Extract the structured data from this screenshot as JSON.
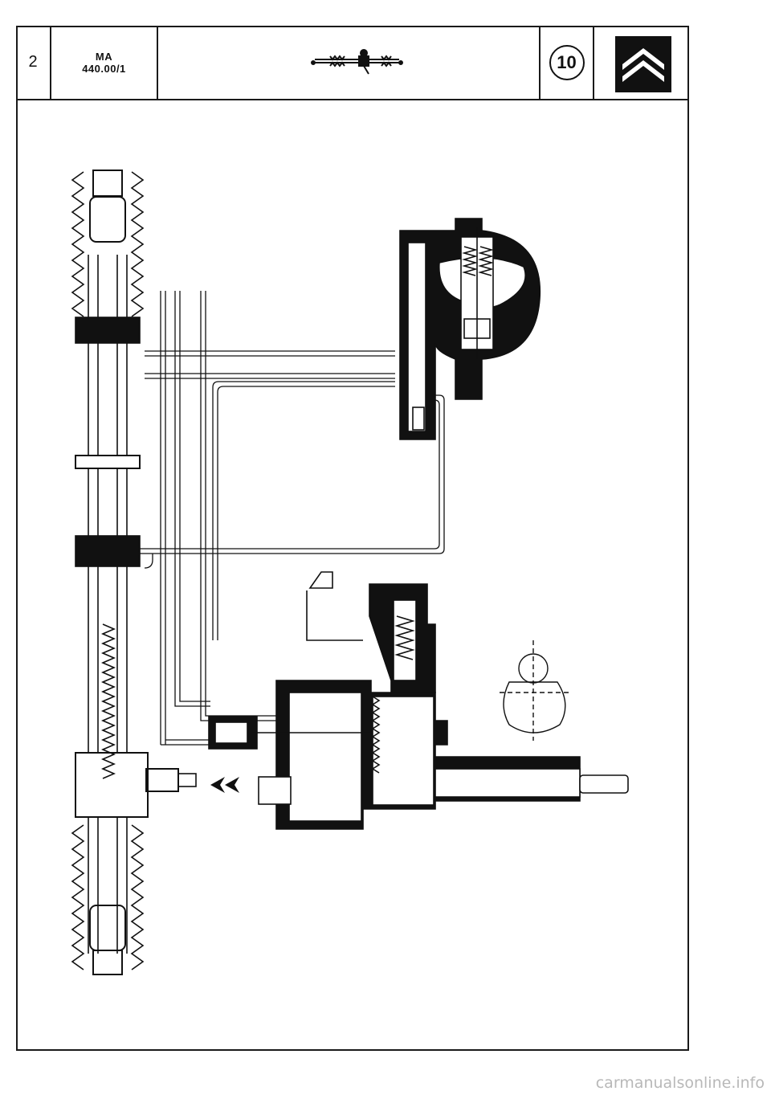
{
  "header": {
    "page_number": "2",
    "doc_code_line1": "MA",
    "doc_code_line2": "440.00/1",
    "group_number": "10",
    "thumbnail_icon": "steering-rack-thumbnail",
    "brand_icon": "citroen-double-chevron-logo"
  },
  "figure": {
    "subject_icon": "power-steering-hydraulic-cutaway-diagram"
  },
  "footer": {
    "watermark": "carmanualsonline.info"
  }
}
